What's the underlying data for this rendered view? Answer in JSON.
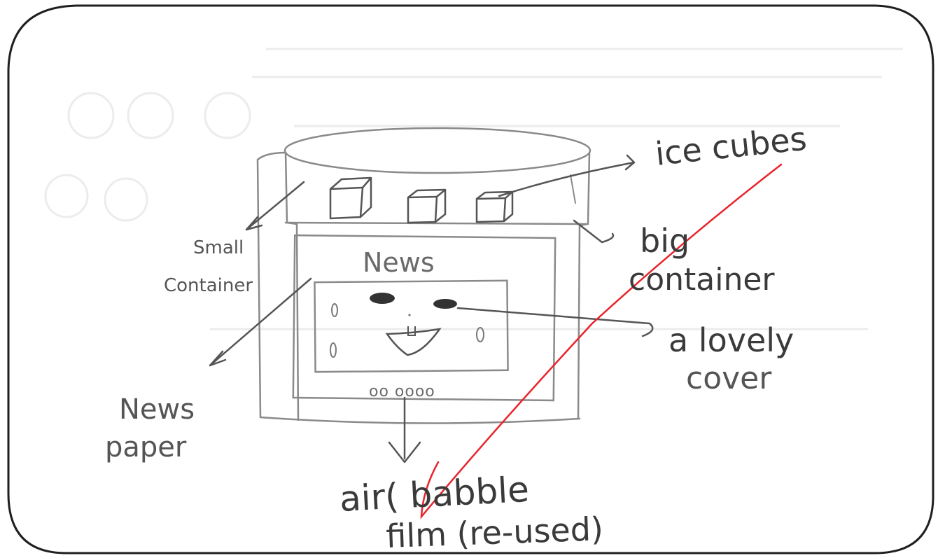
{
  "labels": {
    "small_container": [
      "Small",
      "Container"
    ],
    "ice_cubes": "ice cubes",
    "big_container": [
      "big",
      "container"
    ],
    "news_heading": "News",
    "lovely_cover": [
      "a lovely",
      "cover"
    ],
    "newspaper": [
      "News",
      "paper"
    ],
    "bubbles": "oo oooo",
    "air_bubble": [
      "air( babble",
      "film (re-used)"
    ]
  },
  "colors": {
    "pencil": "#8a8a8a",
    "pencil_dark": "#333333",
    "ink_label": "#3a3a3a",
    "red_mark": "#e8242c",
    "paper_bg": "#ffffff",
    "background_text": "#ececec"
  }
}
